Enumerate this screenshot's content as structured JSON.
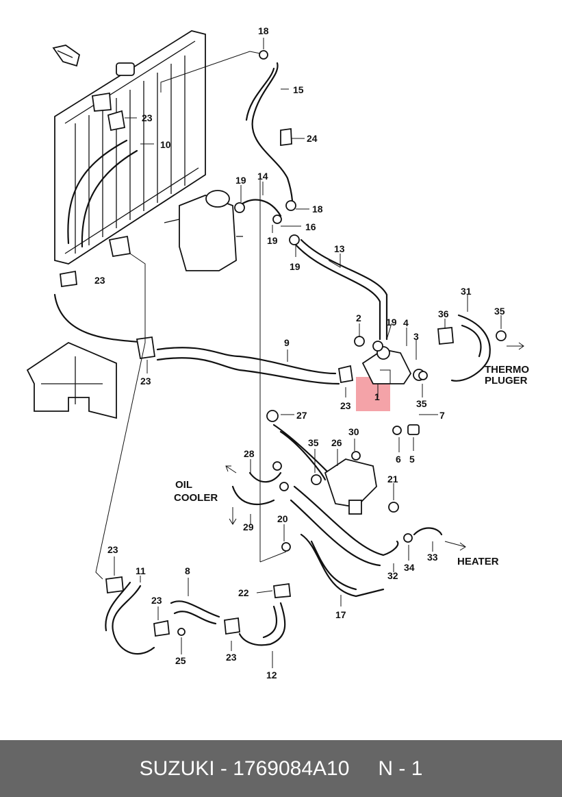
{
  "diagram": {
    "part_numbers": [
      "18",
      "15",
      "23",
      "10",
      "24",
      "19",
      "14",
      "18",
      "16",
      "19",
      "19",
      "13",
      "23",
      "2",
      "19",
      "4",
      "3",
      "36",
      "31",
      "35",
      "9",
      "23",
      "23",
      "1",
      "35",
      "7",
      "27",
      "30",
      "26",
      "35",
      "6",
      "5",
      "28",
      "21",
      "29",
      "20",
      "34",
      "33",
      "32",
      "23",
      "11",
      "8",
      "22",
      "17",
      "23",
      "23",
      "25",
      "12"
    ],
    "callouts": {
      "oil_cooler": [
        "OIL",
        "COOLER"
      ],
      "thermo_pluger": [
        "THERMO",
        "PLUGER"
      ],
      "heater": "HEATER"
    },
    "highlight_color": "#f4a3a8"
  },
  "footer": {
    "brand": "SUZUKI",
    "part_number": "SUZUKI - 1769084A10",
    "page": "N - 1"
  }
}
